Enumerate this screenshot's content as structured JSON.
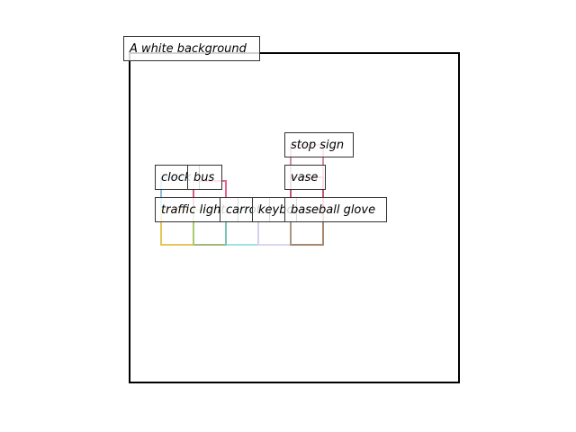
{
  "background_label": "A white background",
  "objects": [
    {
      "label": "stop sign",
      "color": "#b03060"
    },
    {
      "label": "clock",
      "color": "#6ab0d8"
    },
    {
      "label": "bus",
      "color": "#e8457a"
    },
    {
      "label": "vase",
      "color": "#c0405a"
    },
    {
      "label": "traffic light",
      "color": "#f5c842"
    },
    {
      "label": "carrot",
      "color": "#8ed17a"
    },
    {
      "label": "keyboard",
      "color": "#5ecfd6"
    },
    {
      "label": "baseball glove",
      "color": "#a09070"
    }
  ],
  "colors": {
    "frame": "#000000",
    "lavender": "#d8d0f0"
  }
}
